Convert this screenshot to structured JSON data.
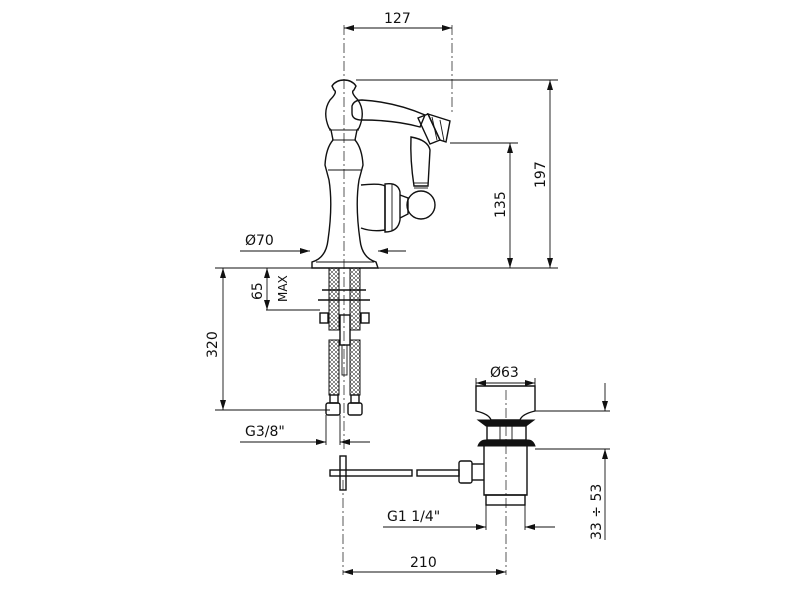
{
  "drawing": {
    "title": "Bidet mixer with pop-up waste – technical dimensions",
    "dimensions": {
      "spout_reach": "127",
      "total_height": "197",
      "spout_height": "135",
      "base_diameter": "Ø70",
      "deck_thickness_value": "65",
      "deck_thickness_suffix": "MAX",
      "hose_length": "320",
      "hose_thread": "G3/8\"",
      "waste_diameter": "Ø63",
      "waste_range": "33 ÷ 53",
      "waste_thread": "G1 1/4\"",
      "rod_distance": "210"
    }
  }
}
